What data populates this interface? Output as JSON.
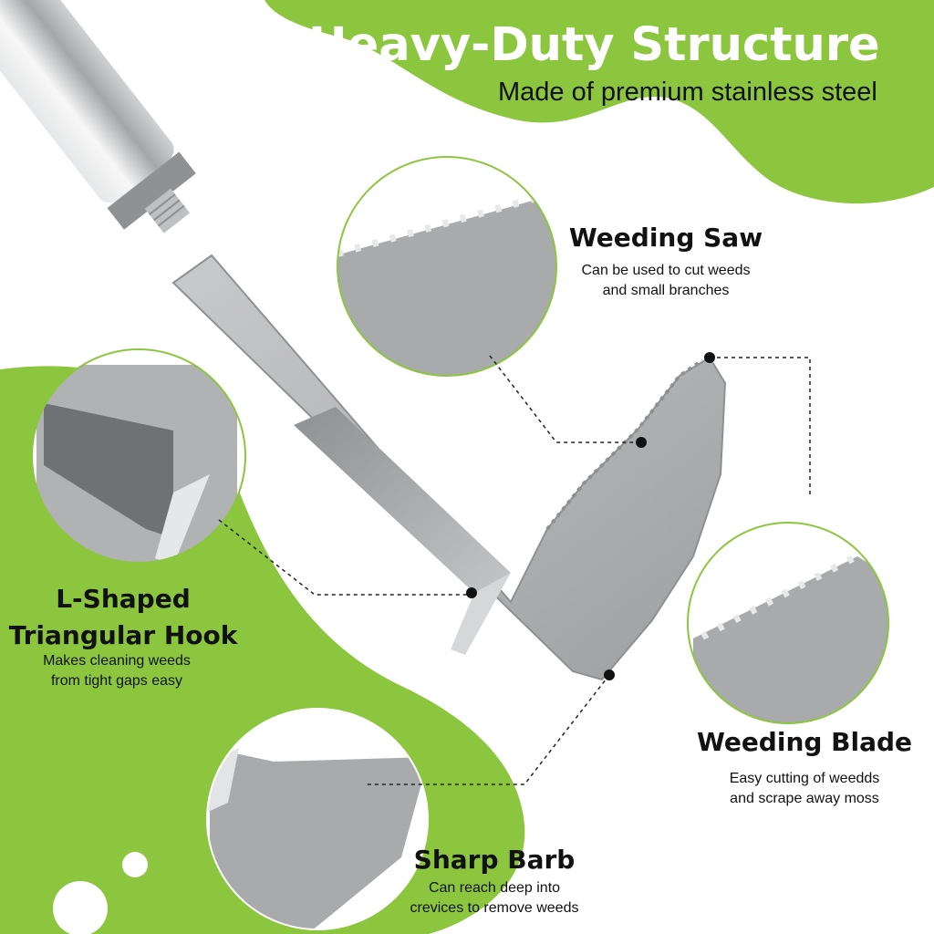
{
  "header": {
    "title": "Heavy-Duty Structure",
    "subtitle": "Made of  premium stainless steel"
  },
  "features": {
    "weeding_saw": {
      "title": "Weeding Saw",
      "desc_line1": "Can be used to cut weeds",
      "desc_line2": "and small branches"
    },
    "l_hook": {
      "title_line1": "L-Shaped",
      "title_line2": "Triangular Hook",
      "desc_line1": "Makes cleaning weeds",
      "desc_line2": "from tight gaps easy"
    },
    "weeding_blade": {
      "title": "Weeding Blade",
      "desc_line1": "Easy cutting of weedds",
      "desc_line2": "and scrape away moss"
    },
    "sharp_barb": {
      "title": "Sharp Barb",
      "desc_line1": "Can reach deep into",
      "desc_line2": "crevices to remove weeds"
    }
  },
  "colors": {
    "brand_green": "#8cc63f",
    "steel": "#b7b9bb",
    "text": "#111111"
  }
}
